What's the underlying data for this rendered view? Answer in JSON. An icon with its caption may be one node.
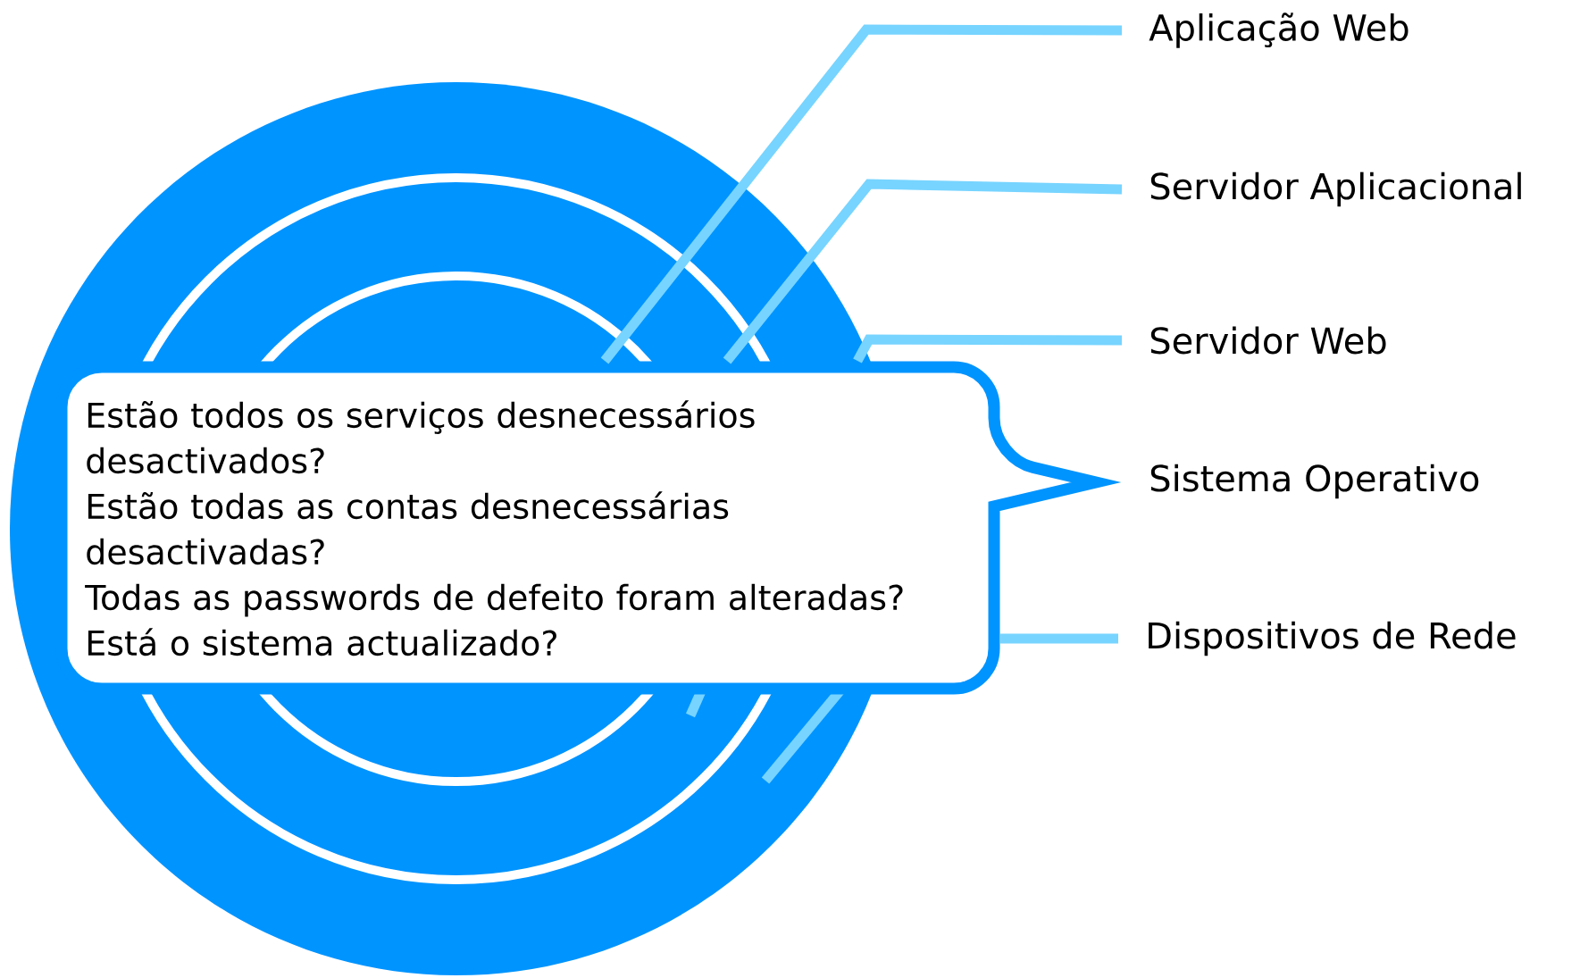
{
  "diagram": {
    "nodes": [
      {
        "text": [
          "Aplicação Web"
        ]
      },
      {
        "text": [
          "Servidor Aplicacional"
        ]
      },
      {
        "text": [
          "Servidor Web"
        ]
      },
      {
        "text": [
          "Sistema Operativo"
        ]
      },
      {
        "text": [
          "Dispositivos de Rede"
        ]
      },
      {
        "text": [
          "Estão todos os serviços desnecessários desactivados?",
          "Estão todas as contas desnecessárias desactivadas?",
          "Todas as passwords de defeito foram alteradas?",
          "Está o sistema actualizado?"
        ]
      }
    ],
    "edges": [
      {
        "from": 0,
        "to": 5,
        "arrow": "none"
      },
      {
        "from": 1,
        "to": 5,
        "arrow": "none"
      },
      {
        "from": 2,
        "to": 5,
        "arrow": "none"
      },
      {
        "from": 4,
        "to": 5,
        "arrow": "none"
      }
    ]
  }
}
